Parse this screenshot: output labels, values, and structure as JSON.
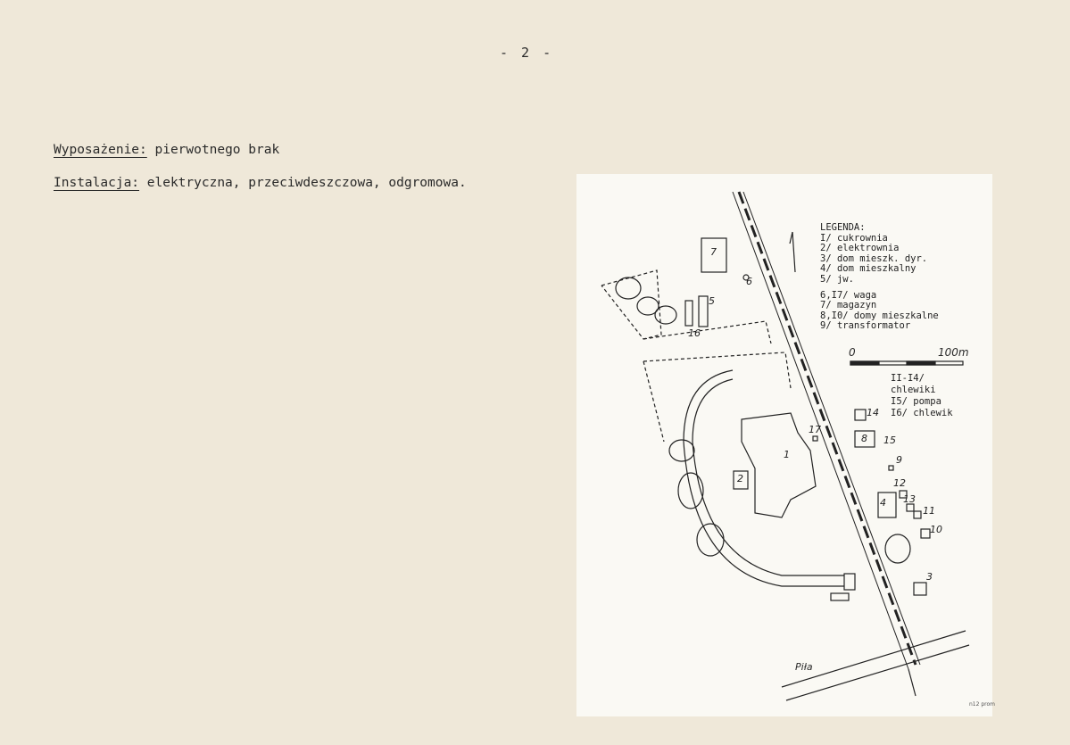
{
  "page_number": "- 2 -",
  "lines": [
    {
      "label": "Wyposażenie:",
      "value": " pierwotnego brak"
    },
    {
      "label": "Instalacja:",
      "value": " elektryczna, przeciwdeszczowa, odgromowa."
    }
  ],
  "legend": {
    "title": "LEGENDA:",
    "items": [
      "I/ cukrownia",
      "2/ elektrownia",
      "3/ dom mieszk. dyr.",
      "4/ dom mieszkalny",
      "5/ jw.",
      "6,I7/ waga",
      "7/ magazyn",
      "8,I0/ domy mieszkalne",
      "9/ transformator"
    ],
    "extra": [
      "II-I4/",
      "chlewiki",
      "I5/ pompa",
      "I6/ chlewik"
    ]
  },
  "scale": {
    "start": "0",
    "end": "100m"
  },
  "road_label": "Piła",
  "building_numbers": [
    "1",
    "2",
    "3",
    "4",
    "5",
    "6",
    "7",
    "8",
    "9",
    "10",
    "11",
    "12",
    "13",
    "14",
    "15",
    "16",
    "17"
  ],
  "corner_mark": "n12 рrom"
}
